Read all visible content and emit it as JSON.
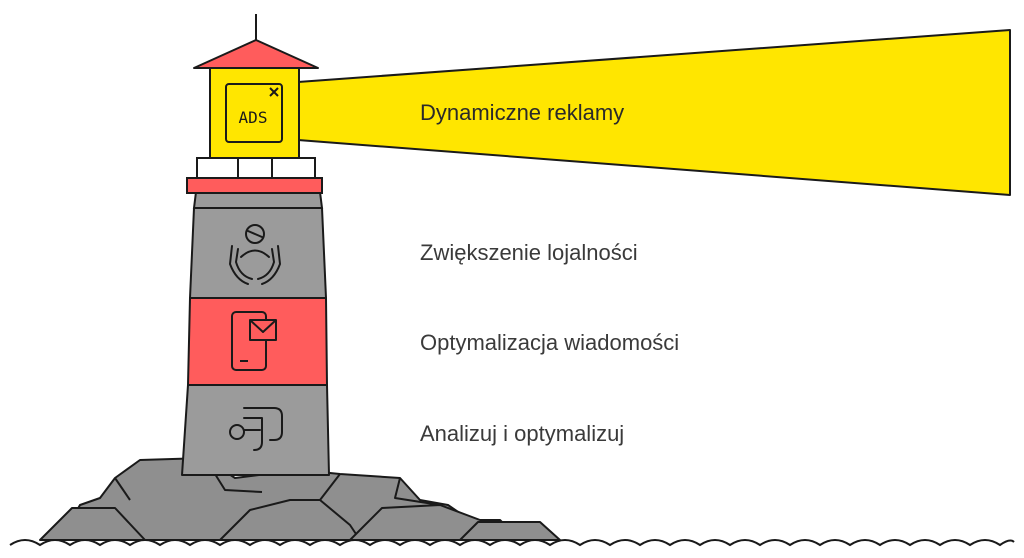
{
  "icon_badge_text": "ADS",
  "items": [
    {
      "label": "Dynamiczne reklamy",
      "icon": "ads-window-icon"
    },
    {
      "label": "Zwiększenie lojalności",
      "icon": "hands-person-icon"
    },
    {
      "label": "Optymalizacja wiadomości",
      "icon": "phone-message-icon"
    },
    {
      "label": "Analizuj i optymalizuj",
      "icon": "flow-path-icon"
    }
  ],
  "colors": {
    "beam": "#ffe600",
    "red": "#ff5c5c",
    "gray": "#9b9b9b",
    "rock": "#8f8f8f",
    "outline": "#1a1a1a"
  }
}
